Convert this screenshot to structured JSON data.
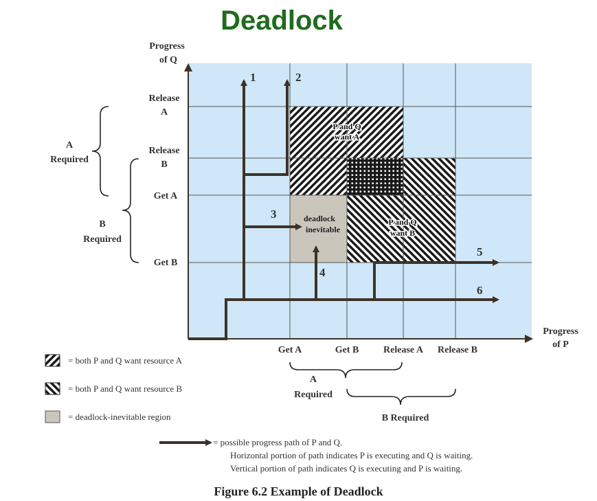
{
  "title": "Deadlock",
  "axes": {
    "y_label_line1": "Progress",
    "y_label_line2": "of Q",
    "x_label_line1": "Progress",
    "x_label_line2": "of P",
    "y_ticks": [
      {
        "line1": "Release",
        "line2": "A"
      },
      {
        "line1": "Release",
        "line2": "B"
      },
      {
        "line1": "Get A",
        "line2": ""
      },
      {
        "line1": "Get B",
        "line2": ""
      }
    ],
    "x_ticks": [
      "Get A",
      "Get B",
      "Release A",
      "Release B"
    ]
  },
  "braces": {
    "left_a_line1": "A",
    "left_a_line2": "Required",
    "left_b_line1": "B",
    "left_b_line2": "Required",
    "bottom_a_line1": "A",
    "bottom_a_line2": "Required",
    "bottom_b": "B Required"
  },
  "regions": {
    "want_a_line1": "P and Q",
    "want_a_line2": "want A",
    "want_b_line1": "P and Q",
    "want_b_line2": "want B",
    "deadlock_line1": "deadlock",
    "deadlock_line2": "inevitable"
  },
  "paths": [
    "1",
    "2",
    "3",
    "4",
    "5",
    "6"
  ],
  "legend": {
    "want_a": "= both P and Q want resource A",
    "want_b": "= both P and Q want resource B",
    "deadlock": "= deadlock-inevitable region",
    "path_line1": "= possible progress path of P and Q.",
    "path_line2": "Horizontal portion of path indicates P is executing and Q is waiting.",
    "path_line3": "Vertical portion of path indicates Q is executing and P is waiting."
  },
  "caption": "Figure 6.2   Example of Deadlock",
  "colors": {
    "title": "#1f6b1f",
    "background": "#cfe7f8",
    "grid": "#555555",
    "path": "#3d3228",
    "deadlock_region": "#cbc6bc"
  }
}
